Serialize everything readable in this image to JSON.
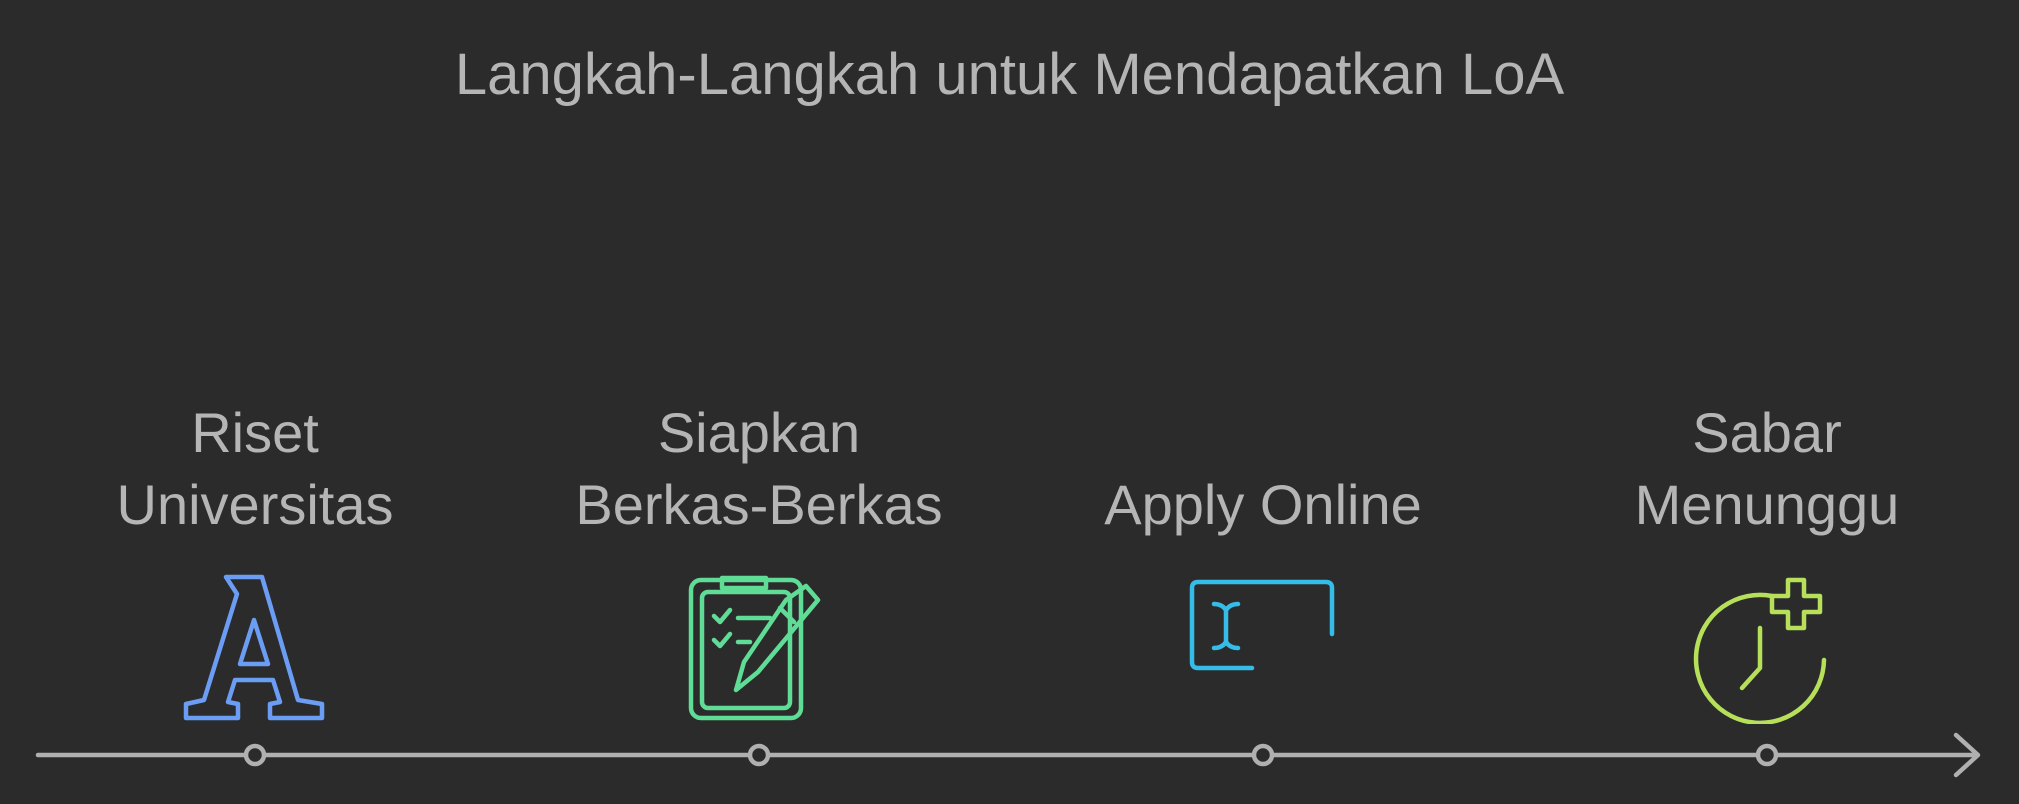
{
  "title": "Langkah-Langkah untuk Mendapatkan LoA",
  "steps": [
    {
      "line1": "Riset",
      "line2": "Universitas",
      "icon": "serif-letter-a-icon",
      "color": "#6b9df5"
    },
    {
      "line1": "Siapkan",
      "line2": "Berkas-Berkas",
      "icon": "clipboard-checklist-pencil-icon",
      "color": "#5fdc96"
    },
    {
      "line1": "",
      "line2": "Apply Online",
      "icon": "text-cursor-input-icon",
      "color": "#35bde8"
    },
    {
      "line1": "Sabar",
      "line2": "Menunggu",
      "icon": "clock-plus-icon",
      "color": "#b7e05a"
    }
  ],
  "timeline_color": "#b0b0b0"
}
